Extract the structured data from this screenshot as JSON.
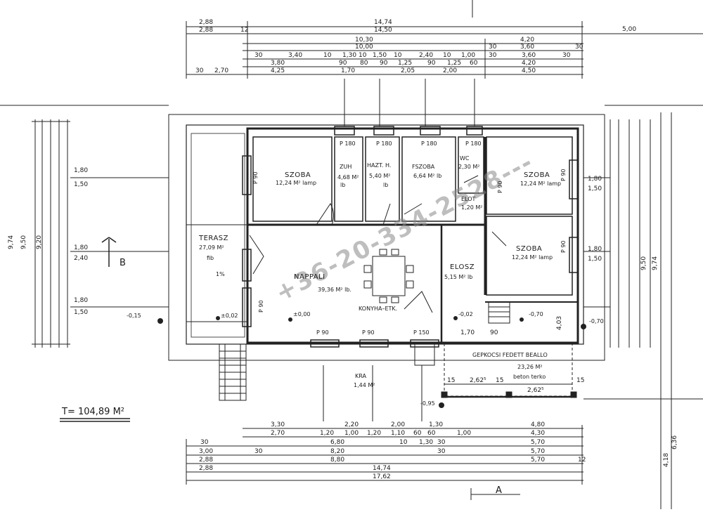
{
  "rooms": [
    {
      "name": "SZOBA",
      "area": "12,24 M² lamp"
    },
    {
      "name": "ZUH",
      "area": "4,68 M²",
      "floor": "lb"
    },
    {
      "name": "HAZT. H.",
      "area": "5,40 M²",
      "floor": "lb"
    },
    {
      "name": "FSZOBA",
      "area": "6,64 M² lb"
    },
    {
      "name": "WC",
      "area": "2,30 M²"
    },
    {
      "name": "SZOBA",
      "area": "12,24 M² lamp"
    },
    {
      "name": "TERASZ",
      "area": "27,09 M²",
      "floor": "fib",
      "slope": "1%"
    },
    {
      "name": "NAPPALI",
      "area": "39,36 M² lb."
    },
    {
      "name": "KONYHA–ETK.",
      "area": ""
    },
    {
      "name": "ELOT",
      "area": "1,20 M²"
    },
    {
      "name": "ELOSZ",
      "area": "5,15 M² lb"
    },
    {
      "name": "SZOBA",
      "area": "12,24 M² lamp"
    },
    {
      "name": "GEPKOCSI FEDETT BEALLO",
      "area": "23,26 M²",
      "floor": "beton terko"
    },
    {
      "name": "KRA",
      "area": "1,44 M²"
    }
  ],
  "total_area": "T= 104,89 M²",
  "section_marks": [
    "B",
    "A"
  ],
  "levels": [
    "-0,15",
    "±0,02",
    "±0,00",
    "-0,02",
    "-0,70",
    "-0,70",
    "-0,95"
  ],
  "watermark": "+36-20-334-2528---",
  "window_labels": [
    "P 90",
    "P 90",
    "P 90",
    "P 90",
    "P 90",
    "P 90",
    "P 90",
    "P 150"
  ],
  "openings_top": [
    "P 180",
    "P 180",
    "P 180",
    "P 180"
  ],
  "top_dims": {
    "row1": [
      "2,88",
      "14,74"
    ],
    "row2": [
      "2,88",
      "12",
      "14,50"
    ],
    "row3": [
      "10,30",
      "4,20"
    ],
    "row4": [
      "10,00",
      "30",
      "3,60",
      "30"
    ],
    "row5": [
      "30",
      "3,40",
      "10",
      "1,30",
      "10",
      "1,50",
      "10",
      "2,40",
      "10",
      "1,00",
      "30",
      "3,60",
      "30"
    ],
    "row6": [
      "3,80",
      "90",
      "80",
      "90",
      "1,25",
      "90",
      "1,25",
      "60",
      "4,20"
    ],
    "row7": [
      "30",
      "2,70",
      "4,25",
      "1,70",
      "2,05",
      "2,00",
      "4,50"
    ],
    "right": "5,00"
  },
  "bottom_dims": {
    "row1": [
      "3,30",
      "2,20",
      "2,00",
      "1,30",
      "4,80"
    ],
    "row2": [
      "2,70",
      "1,20",
      "1,00",
      "1,20",
      "1,10",
      "60",
      "60",
      "1,00",
      "4,30"
    ],
    "row3": [
      "30",
      "6,80",
      "10",
      "1,30",
      "30",
      "5,70"
    ],
    "row4": [
      "3,00",
      "30",
      "8,20",
      "30",
      "5,70"
    ],
    "row5": [
      "2,88",
      "8,80",
      "5,70",
      "12"
    ],
    "row6": [
      "2,88",
      "14,74"
    ],
    "row7": [
      "17,62"
    ]
  },
  "left_dims": [
    "9,74",
    "9,50",
    "9,20",
    "1,80",
    "2,40",
    "1,80",
    "1,50",
    "1,80",
    "1,50"
  ],
  "right_dims": [
    "9,50",
    "9,74",
    "6,36",
    "4,18",
    "1,80",
    "1,50",
    "1,80",
    "1,50"
  ],
  "carport_dims": [
    "15",
    "2,62⁵",
    "15",
    "2,62⁵",
    "15",
    "4,03",
    "1,70",
    "90"
  ]
}
